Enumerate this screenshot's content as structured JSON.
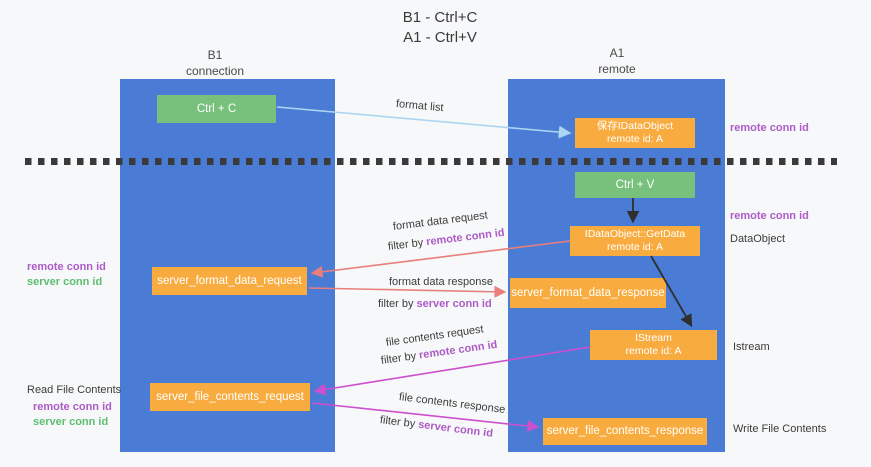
{
  "title": {
    "line1": "B1 - Ctrl+C",
    "line2": "A1 - Ctrl+V"
  },
  "lanes": {
    "left": {
      "name": "B1",
      "role": "connection"
    },
    "right": {
      "name": "A1",
      "role": "remote"
    }
  },
  "nodes": {
    "ctrl_c": {
      "label": "Ctrl + C"
    },
    "save_dataobject": {
      "line1": "保存IDataObject",
      "line2": "remote id: A"
    },
    "ctrl_v": {
      "label": "Ctrl + V"
    },
    "getdata": {
      "line1": "IDataObject::GetData",
      "line2": "remote id: A"
    },
    "format_request": {
      "label": "server_format_data_request"
    },
    "format_response": {
      "label": "server_format_data_response"
    },
    "istream": {
      "line1": "IStream",
      "line2": "remote id: A"
    },
    "file_request": {
      "label": "server_file_contents_request"
    },
    "file_response": {
      "label": "server_file_contents_response"
    }
  },
  "edge_labels": {
    "format_list": "format list",
    "format_request": "format data request",
    "format_request_filter": {
      "prefix": "filter by ",
      "key": "remote conn id"
    },
    "format_response": "format data response",
    "format_response_filter": {
      "prefix": "filter by ",
      "key": "server conn id"
    },
    "file_request": "file contents request",
    "file_request_filter": {
      "prefix": "filter by ",
      "key": "remote conn id"
    },
    "file_response": "file contents response",
    "file_response_filter": {
      "prefix": "filter by ",
      "key": "server conn id"
    }
  },
  "side_labels": {
    "right_remote_conn_id_1": "remote conn id",
    "right_remote_conn_id_2": "remote conn id",
    "dataobject": "DataObject",
    "istream": "Istream",
    "write_file_contents": "Write File Contents",
    "left_remote_conn_id_1": "remote conn id",
    "left_server_conn_id_1": "server conn id",
    "read_file_contents": "Read File Contents",
    "left_remote_conn_id_2": "remote conn id",
    "left_server_conn_id_2": "server conn id"
  },
  "colors": {
    "lane_blue": "#4a7cd6",
    "green_box": "#77c17c",
    "orange_box": "#f8ac40",
    "purple_text": "#ad5bc6",
    "green_text": "#5cbe6e",
    "red_arrow": "#e87f7b",
    "magenta_arrow": "#cc4fce",
    "light_blue_arrow": "#abd6f2",
    "black_arrow": "#2f2f2f",
    "dash_line": "#3a3a3a"
  }
}
